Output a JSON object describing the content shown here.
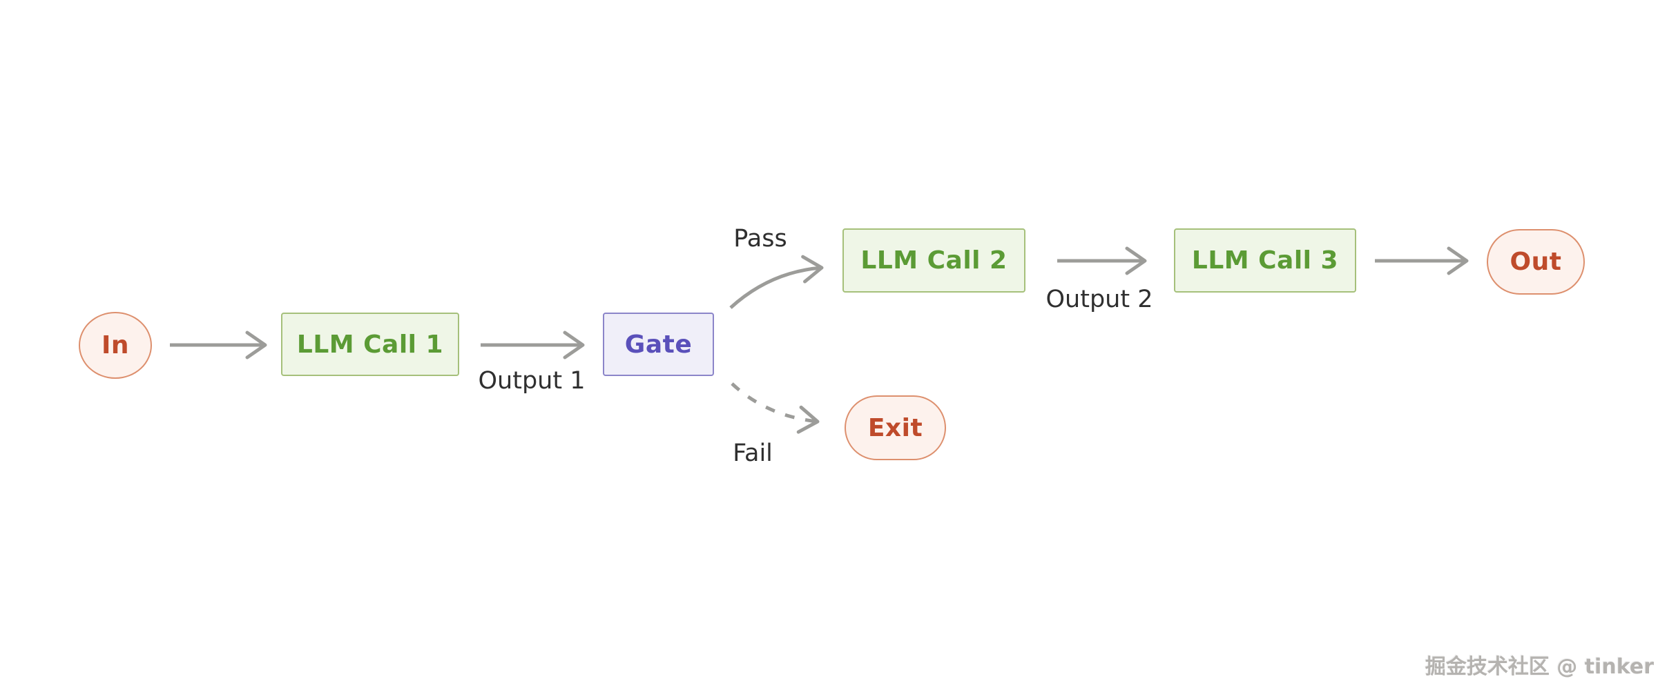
{
  "diagram": {
    "nodes": {
      "in": {
        "label": "In",
        "shape": "ellipse",
        "color_role": "pink"
      },
      "llm1": {
        "label": "LLM Call 1",
        "shape": "rectangle",
        "color_role": "green"
      },
      "gate": {
        "label": "Gate",
        "shape": "rectangle",
        "color_role": "purple"
      },
      "llm2": {
        "label": "LLM Call 2",
        "shape": "rectangle",
        "color_role": "green"
      },
      "llm3": {
        "label": "LLM Call 3",
        "shape": "rectangle",
        "color_role": "green"
      },
      "out": {
        "label": "Out",
        "shape": "pill",
        "color_role": "pink"
      },
      "exit": {
        "label": "Exit",
        "shape": "pill",
        "color_role": "pink"
      }
    },
    "edges": [
      {
        "from": "in",
        "to": "llm1",
        "label": "",
        "style": "solid"
      },
      {
        "from": "llm1",
        "to": "gate",
        "label": "Output 1",
        "style": "solid"
      },
      {
        "from": "gate",
        "to": "llm2",
        "label": "Pass",
        "style": "solid-curved"
      },
      {
        "from": "gate",
        "to": "exit",
        "label": "Fail",
        "style": "dashed-curved"
      },
      {
        "from": "llm2",
        "to": "llm3",
        "label": "Output 2",
        "style": "solid"
      },
      {
        "from": "llm3",
        "to": "out",
        "label": "",
        "style": "solid"
      }
    ]
  },
  "colors": {
    "background": "#ffffff",
    "arrow": "#9c9c99",
    "green-fill": "#eff6e7",
    "green-border": "#a5c07a",
    "green-text": "#5b9b35",
    "purple-fill": "#f0eff9",
    "purple-border": "#8b85c9",
    "purple-text": "#5a50ba",
    "pink-fill": "#fdf2ed",
    "pink-border": "#dd8f6d",
    "pink-text": "#bf4b2b",
    "edge-label-text": "#2f2f2f",
    "watermark-text": "#b5b3b0"
  },
  "watermark": {
    "text": "掘金技术社区 @ tinker"
  }
}
